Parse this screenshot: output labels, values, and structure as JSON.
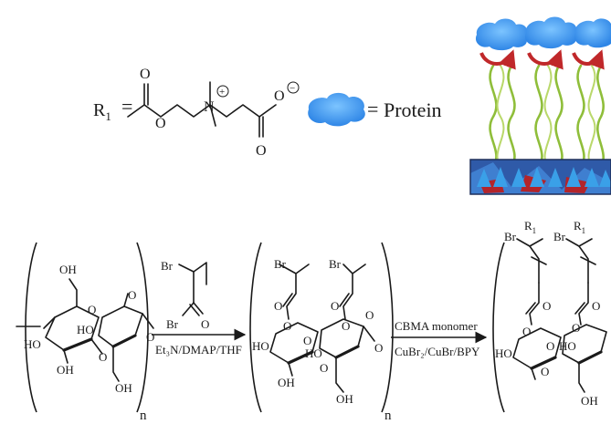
{
  "legend": {
    "r1_label": "R",
    "r1_sub": "1",
    "equals": "=",
    "carbonyl_o": "O",
    "ester_o": "O",
    "ammonium_n": "N",
    "plus_charge": "+",
    "carboxyl_o": "O",
    "carboxylate_o": "O",
    "minus_charge": "−",
    "protein_equals": "=",
    "protein_word": "Protein"
  },
  "colors": {
    "protein": "#2f86e6",
    "protein_light": "#63b4ff",
    "chain": "#8fbe3a",
    "arrowhead": "#c0282a",
    "surface": "#2f5aa8",
    "surface_red": "#b3242a",
    "cone": "#3aa0e8"
  },
  "reactant": {
    "oh_top": "OH",
    "o_ring1": "O",
    "oh_left": "HO",
    "ho_mid": "HO",
    "o_ring2": "O",
    "oh_mid_bottom": "OH",
    "o_glyco": "O",
    "oh_bottom": "OH",
    "o_chain": "O",
    "n_repeat": "n"
  },
  "step1": {
    "br": "Br",
    "br2": "Br",
    "o": "O",
    "conditions": "Et₃N/DMAP/THF"
  },
  "intermediate": {
    "br1": "Br",
    "br2": "Br",
    "o_ester1": "O",
    "o_carbonyl1": "O",
    "o_ester2": "O",
    "o_carbonyl2": "O",
    "o_ring1": "O",
    "ho": "HO",
    "o_ring2": "O",
    "oh_left": "HO",
    "oh_mid": "OH",
    "o_glyco": "O",
    "oh_bottom": "OH",
    "o_chain": "O",
    "n_repeat": "n"
  },
  "step2": {
    "reagent": "CBMA monomer",
    "conditions": "CuBr₂/CuBr/BPY"
  },
  "product": {
    "br1": "Br",
    "r1a": "R",
    "r1a_sub": "1",
    "br2": "Br",
    "r1b": "R",
    "r1b_sub": "1",
    "o_ester1": "O",
    "o_carbonyl1": "O",
    "o_ester2": "O",
    "o_carbonyl2": "O",
    "o_ring1": "O",
    "ho": "HO",
    "ho2": "HO",
    "o_glyco": "O",
    "oh_bottom": "OH"
  }
}
